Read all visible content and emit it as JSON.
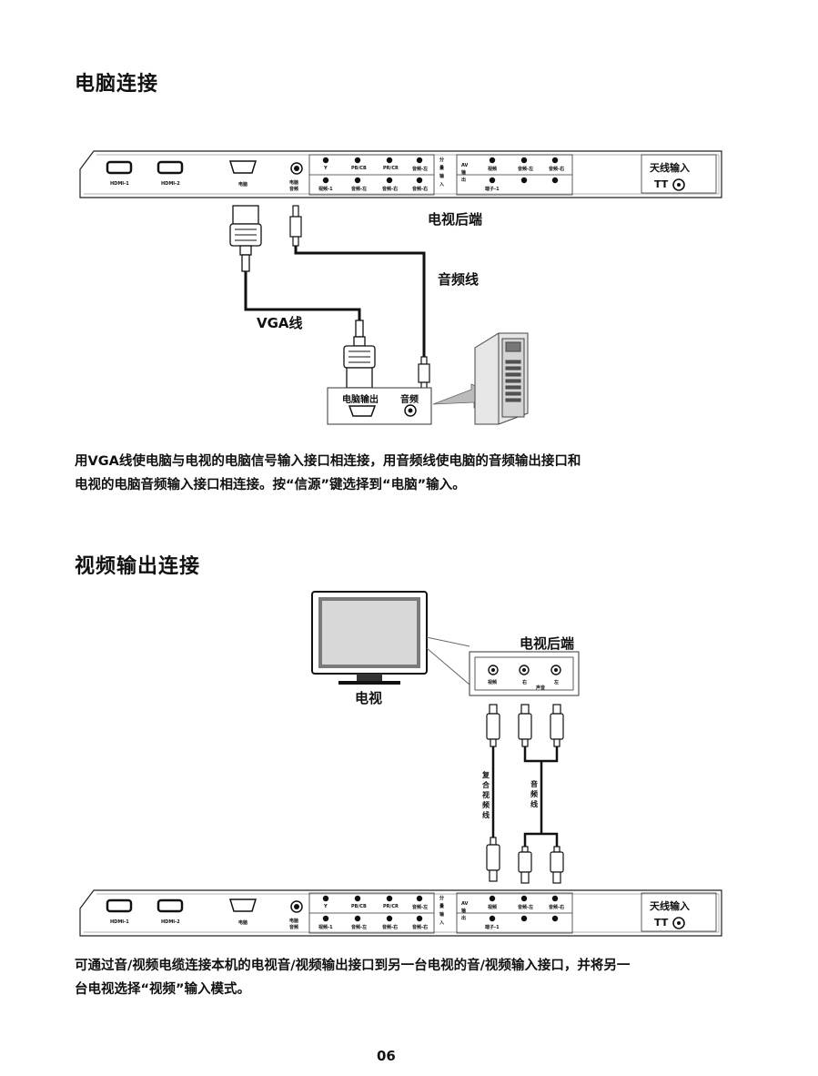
{
  "section1": {
    "title": "电脑连接",
    "tv_rear_label": "电视后端",
    "audio_cable_label": "音频线",
    "vga_cable_label": "VGA线",
    "pc_panel": {
      "pc_output": "电脑输出",
      "audio": "音频"
    },
    "description_line1": "用VGA线使电脑与电视的电脑信号输入接口相连接，用音频线使电脑的音频输出接口和",
    "description_line2": "电视的电脑音频输入接口相连接。按“信源”键选择到“电脑”输入。"
  },
  "section2": {
    "title": "视频输出连接",
    "tv_label": "电视",
    "tv_rear_label": "电视后端",
    "rear_panel": {
      "video": "视频",
      "right": "右",
      "left": "左",
      "sound": "声音"
    },
    "composite_cable_label": "复合视频线",
    "audio_cable_label": "音频线",
    "description_line1": "可通过音/视频电缆连接本机的电视音/视频输出接口到另一台电视的音/视频输入接口，并将另一",
    "description_line2": "台电视选择“视频”输入模式。"
  },
  "panel": {
    "hdmi1": "HDMI-1",
    "hdmi2": "HDMI-2",
    "pc": "电脑",
    "pc_audio": "电脑音频",
    "y": "Y",
    "pb": "PB/CB",
    "pr": "PR/CR",
    "audio_l_top": "音频-左",
    "video1": "视频-1",
    "audio_l": "音频-左",
    "audio_r": "音频-右",
    "audio_r2": "音频-右",
    "component_input": "分量输入",
    "av_output": "AV输出",
    "video": "视频",
    "terminal1": "端子-1",
    "audio_l2": "音频-左",
    "audio_r3": "音频-右",
    "antenna_input": "天线输入",
    "antenna_symbol": "TT"
  },
  "page_number": "06"
}
